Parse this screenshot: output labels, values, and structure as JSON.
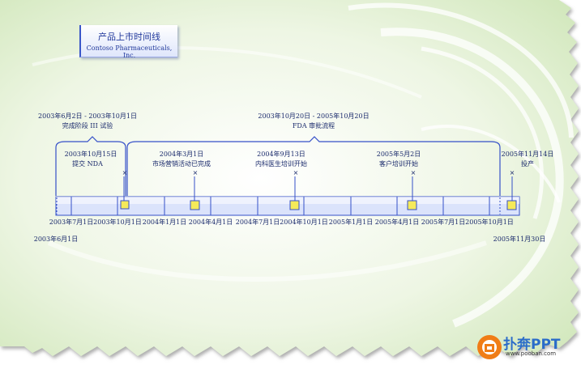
{
  "title": {
    "main": "产品上市时间线",
    "sub": "Contoso Pharmaceuticals, Inc."
  },
  "timeline": {
    "start_label": "2003年6月1日",
    "end_label": "2005年11月30日",
    "ticks": [
      "2003年7月1日",
      "2003年10月1日",
      "2004年1月1日",
      "2004年4月1日",
      "2004年7月1日",
      "2004年10月1日",
      "2005年1月1日",
      "2005年4月1日",
      "2005年7月1日",
      "2005年10月1日"
    ],
    "phases": [
      {
        "range": "2003年6月2日 - 2003年10月1日",
        "name": "完成阶段 III 试验"
      },
      {
        "range": "2003年10月20日 - 2005年10月20日",
        "name": "FDA 审批流程"
      }
    ],
    "milestones": [
      {
        "date": "2003年10月15日",
        "name": "提交 NDA"
      },
      {
        "date": "2004年3月1日",
        "name": "市场营销活动已完成"
      },
      {
        "date": "2004年9月13日",
        "name": "内科医生培训开始"
      },
      {
        "date": "2005年5月2日",
        "name": "客户培训开始"
      },
      {
        "date": "2005年11月14日",
        "name": "投产"
      }
    ]
  },
  "logo": {
    "name": "扑奔PPT",
    "url": "www.pooban.com"
  },
  "colors": {
    "bar_fill": "#dbe3fb",
    "bar_stroke": "#3550c8",
    "marker_fill": "#f5ea5a",
    "text": "#1a2a6c",
    "bracket": "#3550c8"
  }
}
